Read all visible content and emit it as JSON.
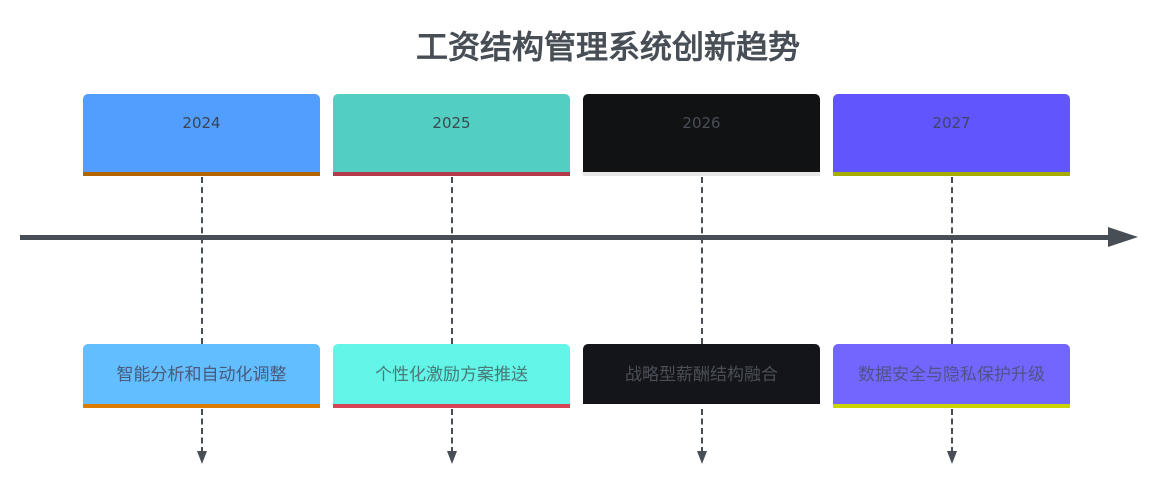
{
  "title": "工资结构管理系统创新趋势",
  "colors": {
    "axis": "#474e55",
    "title": "#474e55"
  },
  "timeline": [
    {
      "period": "2024",
      "event": "智能分析和自动化调整",
      "period_bg": "#529efe",
      "period_border": "#b66400",
      "period_text": "#3b4252",
      "event_bg": "#62befe",
      "event_border": "#d97c00",
      "event_text": "#4a5a7a"
    },
    {
      "period": "2025",
      "event": "个性化激励方案推送",
      "period_bg": "#52cec2",
      "period_border": "#b43a4b",
      "period_text": "#3b4a4e",
      "event_bg": "#62f5e8",
      "event_border": "#d84456",
      "event_text": "#4a7a78"
    },
    {
      "period": "2026",
      "event": "战略型薪酬结构融合",
      "period_bg": "#111214",
      "period_border": "#e6e6e6",
      "period_text": "#474e55",
      "event_bg": "#14151a",
      "event_border": "#ffffff",
      "event_text": "#4a4f57"
    },
    {
      "period": "2027",
      "event": "数据安全与隐私保护升级",
      "period_bg": "#6155fe",
      "period_border": "#a6ad00",
      "period_text": "#3f4467",
      "event_bg": "#7366fe",
      "event_border": "#cbd300",
      "event_text": "#4f5288"
    }
  ]
}
